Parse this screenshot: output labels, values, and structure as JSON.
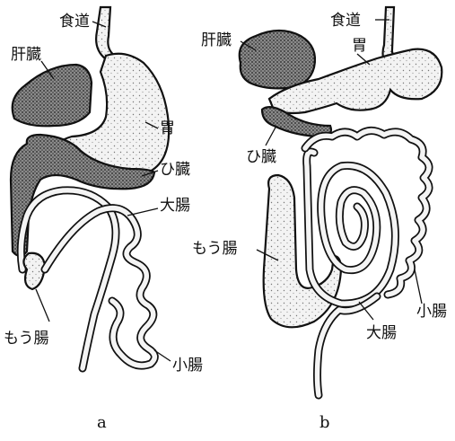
{
  "diagram_a": {
    "caption": "a",
    "labels": {
      "esophagus": "食道",
      "liver": "肝臓",
      "stomach": "胃",
      "pancreas": "ひ臓",
      "large_intestine": "大腸",
      "cecum": "もう腸",
      "small_intestine": "小腸"
    }
  },
  "diagram_b": {
    "caption": "b",
    "labels": {
      "liver": "肝臓",
      "esophagus": "食道",
      "stomach": "胃",
      "pancreas": "ひ臓",
      "cecum": "もう腸",
      "small_intestine": "小腸",
      "large_intestine": "大腸"
    }
  }
}
